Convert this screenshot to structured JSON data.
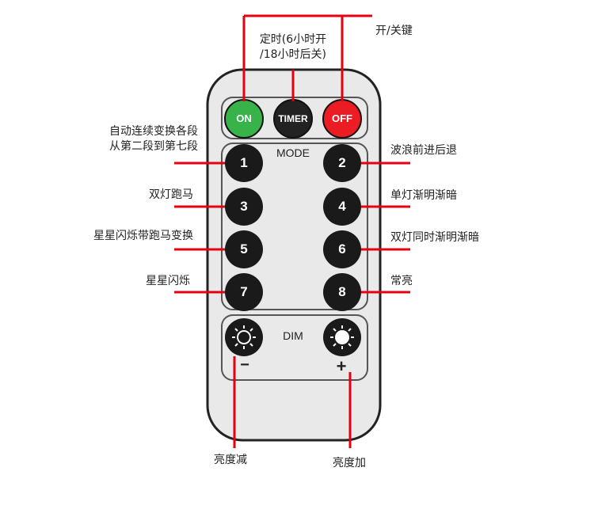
{
  "remote": {
    "top_buttons": [
      {
        "label": "ON",
        "color": "#37b34a"
      },
      {
        "label": "TIMER",
        "color": "#222222"
      },
      {
        "label": "OFF",
        "color": "#ec1c24"
      }
    ],
    "mode_title": "MODE",
    "number_buttons": [
      "1",
      "2",
      "3",
      "4",
      "5",
      "6",
      "7",
      "8"
    ],
    "dim_title": "DIM",
    "dim_minus": "−",
    "dim_plus": "+",
    "body_color": "#e9e9e9",
    "frame_color": "#222222",
    "button_color": "#1a1a1a"
  },
  "annotations": {
    "power_key": "开/关键",
    "timer_line1": "定时(6小时开",
    "timer_line2": "/18小时后关)",
    "mode1_line1": "自动连续变换各段",
    "mode1_line2": "从第二段到第七段",
    "mode2": "波浪前进后退",
    "mode3": "双灯跑马",
    "mode4": "单灯渐明渐暗",
    "mode5": "星星闪烁带跑马变换",
    "mode6": "双灯同时渐明渐暗",
    "mode7": "星星闪烁",
    "mode8": "常亮",
    "dim_down": "亮度减",
    "dim_up": "亮度加"
  },
  "pointer_color": "#e60012"
}
